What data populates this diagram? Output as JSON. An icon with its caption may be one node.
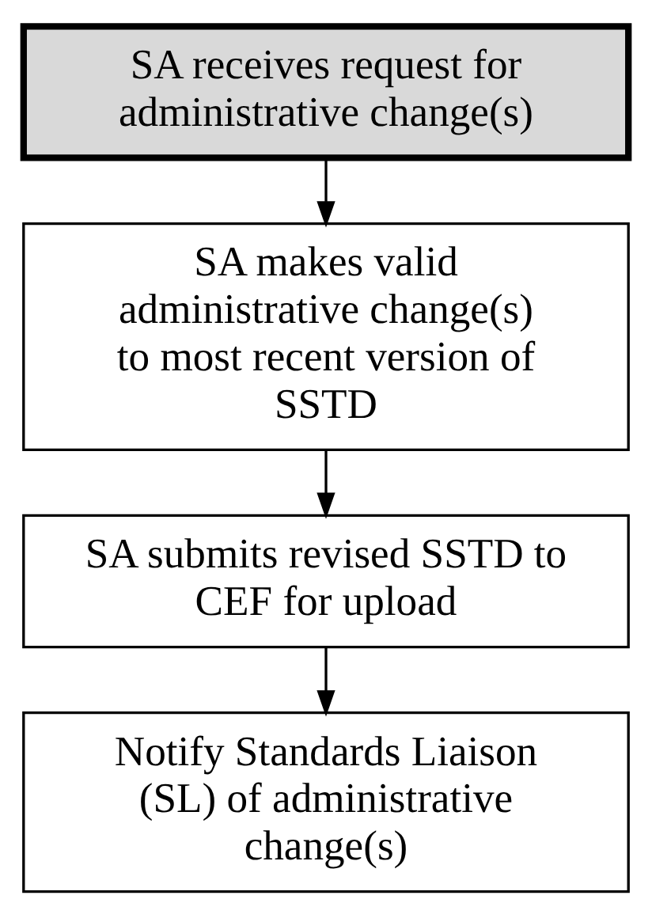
{
  "diagram": {
    "nodes": [
      {
        "text": [
          "SA receives request for administrative change(s)"
        ]
      },
      {
        "text": [
          "SA makes valid administrative change(s) to most recent version of SSTD"
        ]
      },
      {
        "text": [
          "SA submits revised SSTD to CEF for upload"
        ]
      },
      {
        "text": [
          "Notify Standards Liaison (SL) of administrative change(s)"
        ]
      }
    ],
    "edges": [
      {
        "from": 0,
        "to": 1,
        "arrow": "to"
      },
      {
        "from": 1,
        "to": 2,
        "arrow": "to"
      },
      {
        "from": 2,
        "to": 3,
        "arrow": "to"
      }
    ]
  }
}
